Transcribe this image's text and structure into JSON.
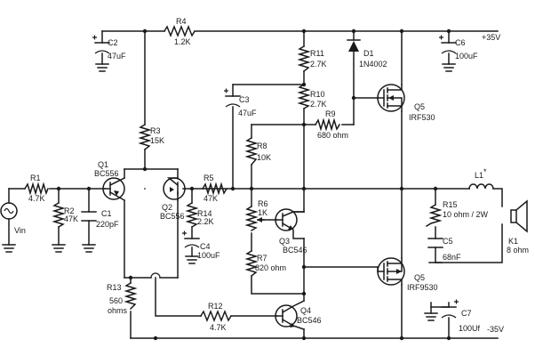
{
  "schematic": {
    "labels": {
      "R4": "R4",
      "R4_val": "1.2K",
      "C2": "C2",
      "C2_val": "47uF",
      "R11": "R11",
      "R11_val": "2.7K",
      "D1": "D1",
      "D1_val": "1N4002",
      "C6": "C6",
      "C6_val": "100uF",
      "vplus": "+35V",
      "R10": "R10",
      "R10_val": "2.7K",
      "C3": "C3",
      "C3_val": "47uF",
      "R9": "R9",
      "R9_val": "680 ohm",
      "Q5_top": "Q5",
      "Q5_top_val": "IRF530",
      "R3": "R3",
      "R3_val": "15K",
      "R8": "R8",
      "R8_val": "10K",
      "Q1": "Q1",
      "Q1_val": "BC556",
      "Q2": "Q2",
      "Q2_val": "BC556",
      "R5": "R5",
      "R5_val": "47K",
      "L1": "L1",
      "L1_star": "*",
      "R1": "R1",
      "R1_val": "4.7K",
      "R2": "R2",
      "R2_val": "47K",
      "C1": "C1",
      "C1_val": "220pF",
      "R14": "R14",
      "R14_val": "2.2K",
      "R6": "R6",
      "R6_val": "1K",
      "R15": "R15",
      "R15_val": "10 ohm / 2W",
      "Vin": "Vin",
      "C4": "C4",
      "C4_val": "100uF",
      "Q3": "Q3",
      "Q3_val": "BC546",
      "K1": "K1",
      "K1_val": "8 ohm",
      "C5": "C5",
      "C5_val": "68nF",
      "R7": "R7",
      "R7_val": "820 ohm",
      "Q5_bot": "Q5",
      "Q5_bot_val": "IRF9530",
      "R13": "R13",
      "R13_val1": "560",
      "R13_val2": "ohms",
      "R12": "R12",
      "R12_val": "4.7K",
      "C7": "C7",
      "C7_val": "100Uf",
      "Q4": "Q4",
      "Q4_val": "BC546",
      "vminus": "-35V"
    }
  }
}
